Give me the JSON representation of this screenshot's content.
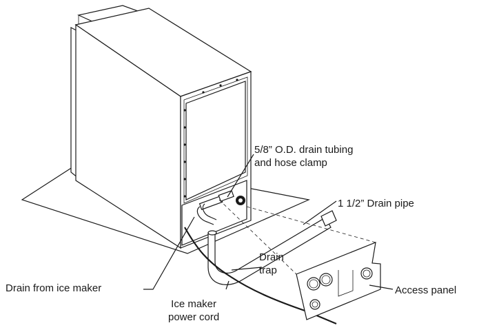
{
  "labels": {
    "drain_tubing_line1": "5/8” O.D. drain tubing",
    "drain_tubing_line2": "and hose clamp",
    "drain_pipe": "1 1/2” Drain pipe",
    "drain_trap_line1": "Drain",
    "drain_trap_line2": "trap",
    "drain_from_ice_maker": "Drain from ice maker",
    "power_cord_line1": "Ice maker",
    "power_cord_line2": "power cord",
    "access_panel": "Access panel"
  }
}
